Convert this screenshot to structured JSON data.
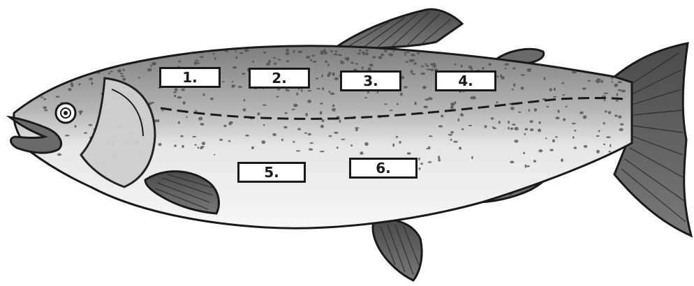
{
  "diagram": {
    "labels": [
      {
        "id": "1",
        "text": "1."
      },
      {
        "id": "2",
        "text": "2."
      },
      {
        "id": "3",
        "text": "3."
      },
      {
        "id": "4",
        "text": "4."
      },
      {
        "id": "5",
        "text": "5."
      },
      {
        "id": "6",
        "text": "6."
      }
    ],
    "colors": {
      "outline": "#1a1a1a",
      "back": "#8a8a8a",
      "belly": "#f2f2f2",
      "fin": "#5a5a5a",
      "spots": "#4a4a4a"
    }
  }
}
